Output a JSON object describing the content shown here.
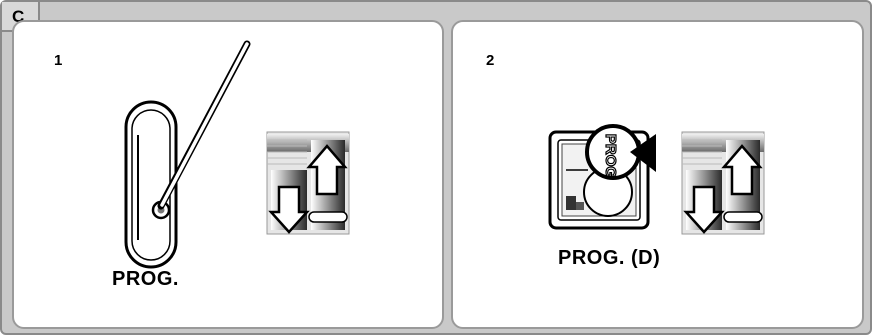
{
  "section_letter": "C",
  "steps": [
    {
      "number": "1",
      "caption": "PROG."
    },
    {
      "number": "2",
      "caption": "PROG. (D)"
    }
  ],
  "colors": {
    "frame": "#c9c9c9",
    "border": "#8a8a8a",
    "panel": "#ffffff",
    "ink": "#000000"
  }
}
